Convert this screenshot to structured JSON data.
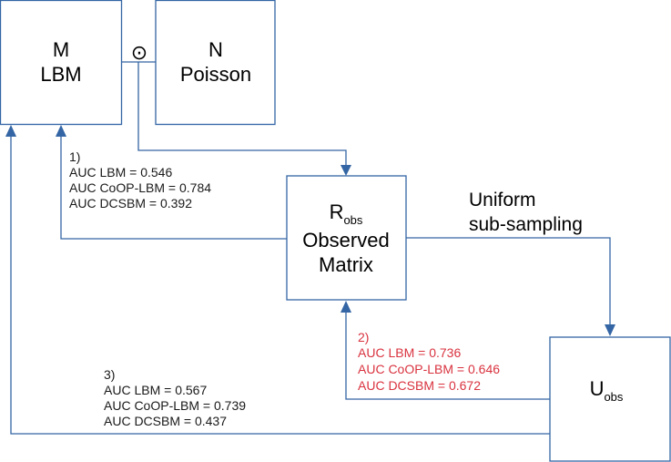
{
  "boxes": {
    "m": {
      "line1": "M",
      "line2": "LBM"
    },
    "n": {
      "line1": "N",
      "line2": "Poisson"
    },
    "r": {
      "symbol": "R",
      "subscript": "obs",
      "line2": "Observed",
      "line3": "Matrix"
    },
    "u": {
      "symbol": "U",
      "subscript": "obs"
    }
  },
  "operator": "⊙",
  "edge_label": {
    "line1": "Uniform",
    "line2": "sub-sampling"
  },
  "results": [
    {
      "label": "1)",
      "lines": [
        "AUC LBM  = 0.546",
        "AUC CoOP-LBM = 0.784",
        "AUC DCSBM = 0.392"
      ],
      "color": "#1a1a1a"
    },
    {
      "label": "2)",
      "lines": [
        "AUC LBM  = 0.736",
        "AUC CoOP-LBM = 0.646",
        "AUC DCSBM = 0.672"
      ],
      "color": "#d9333f"
    },
    {
      "label": "3)",
      "lines": [
        "AUC LBM  = 0.567",
        "AUC CoOP-LBM = 0.739",
        "AUC DCSBM = 0.437"
      ],
      "color": "#1a1a1a"
    }
  ],
  "colors": {
    "stroke": "#3465a4",
    "highlight": "#d9333f"
  }
}
